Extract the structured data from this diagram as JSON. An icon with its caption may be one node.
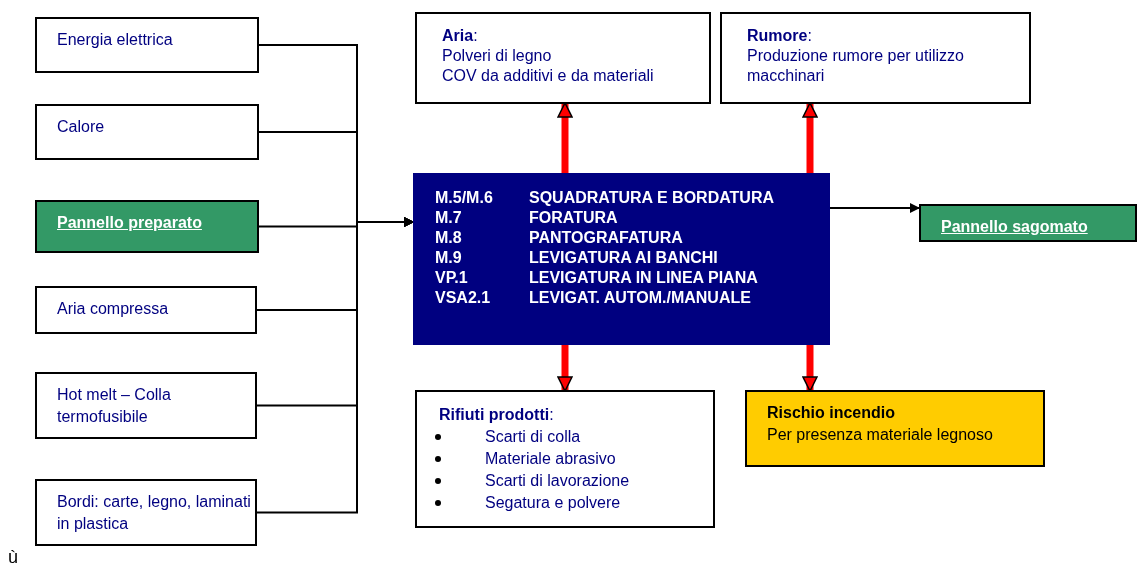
{
  "diagram": {
    "nodes": [
      {
        "text": [
          "Energia elettrica"
        ]
      },
      {
        "text": [
          "Calore"
        ]
      },
      {
        "text": [
          "Pannello preparato"
        ]
      },
      {
        "text": [
          "Aria compressa"
        ]
      },
      {
        "text": [
          "Hot melt – Colla termofusibile"
        ]
      },
      {
        "text": [
          "Bordi: carte, legno, laminati in plastica"
        ]
      },
      {
        "text": [
          "**Aria**:",
          "Polveri di legno",
          "COV da additivi e da materiali"
        ]
      },
      {
        "text": [
          "**Rumore**:",
          "Produzione rumore per utilizzo macchinari"
        ]
      },
      {
        "text": [
          "M.5/M.6",
          "SQUADRATURA E BORDATURA",
          "M.7",
          "FORATURA",
          "M.8",
          "PANTOGRAFATURA",
          "M.9",
          "LEVIGATURA AI BANCHI",
          "VP.1",
          "LEVIGATURA IN LINEA PIANA",
          "VSA2.1",
          "LEVIGAT. AUTOM./MANUALE"
        ]
      },
      {
        "text": [
          "Pannello sagomato"
        ]
      },
      {
        "text": [
          "**Rifiuti prodotti**:",
          "Scarti di colla",
          "Materiale abrasivo",
          "Scarti di lavorazione",
          "Segatura e polvere"
        ]
      },
      {
        "text": [
          "Rischio incendio",
          "Per presenza materiale legnoso"
        ]
      }
    ],
    "edges": [
      {
        "from": 0,
        "to": 8,
        "arrow": "to"
      },
      {
        "from": 1,
        "to": 8,
        "arrow": "to"
      },
      {
        "from": 2,
        "to": 8,
        "arrow": "to"
      },
      {
        "from": 3,
        "to": 8,
        "arrow": "to"
      },
      {
        "from": 4,
        "to": 8,
        "arrow": "to"
      },
      {
        "from": 5,
        "to": 8,
        "arrow": "to"
      },
      {
        "from": 8,
        "to": 6,
        "arrow": "to",
        "style": "thick",
        "color": "#ff0000"
      },
      {
        "from": 8,
        "to": 7,
        "arrow": "to",
        "style": "thick",
        "color": "#ff0000"
      },
      {
        "from": 8,
        "to": 9,
        "arrow": "to"
      },
      {
        "from": 8,
        "to": 10,
        "arrow": "to",
        "style": "thick",
        "color": "#ff0000"
      },
      {
        "from": 8,
        "to": 11,
        "arrow": "to",
        "style": "thick",
        "color": "#ff0000"
      }
    ],
    "labels": [
      "ù"
    ]
  }
}
